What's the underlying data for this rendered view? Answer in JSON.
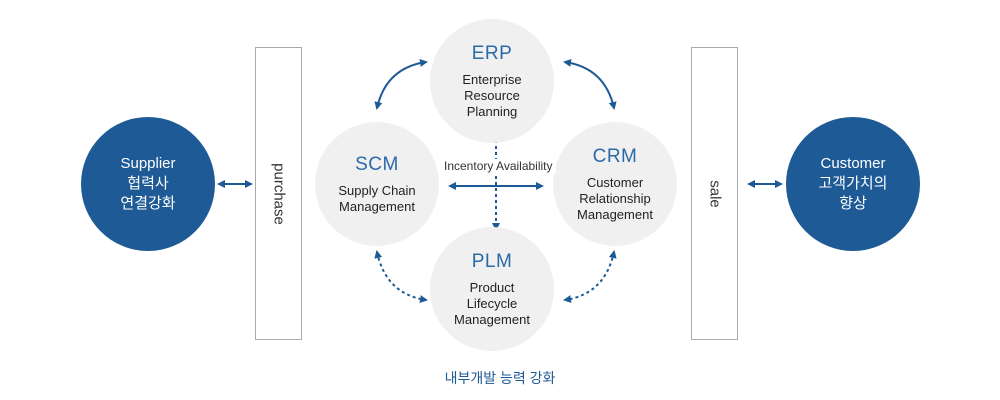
{
  "supplier": {
    "line1": "Supplier",
    "line2": "협력사",
    "line3": "연결강화"
  },
  "customer": {
    "line1": "Customer",
    "line2": "고객가치의",
    "line3": "향상"
  },
  "purchase_label": "purchase",
  "sale_label": "sale",
  "erp": {
    "abbr": "ERP",
    "line1": "Enterprise",
    "line2": "Resource",
    "line3": "Planning"
  },
  "scm": {
    "abbr": "SCM",
    "line1": "Supply Chain",
    "line2": "Management"
  },
  "crm": {
    "abbr": "CRM",
    "line1": "Customer",
    "line2": "Relationship",
    "line3": "Management"
  },
  "plm": {
    "abbr": "PLM",
    "line1": "Product",
    "line2": "Lifecycle",
    "line3": "Management"
  },
  "center_label": "Incentory Availability",
  "footer": "내부개발 능력 강화",
  "colors": {
    "primary": "#1e5a96",
    "accent": "#2b6aa8",
    "light_fill": "#f0f0f0",
    "bar_border": "#aaaaaa"
  }
}
